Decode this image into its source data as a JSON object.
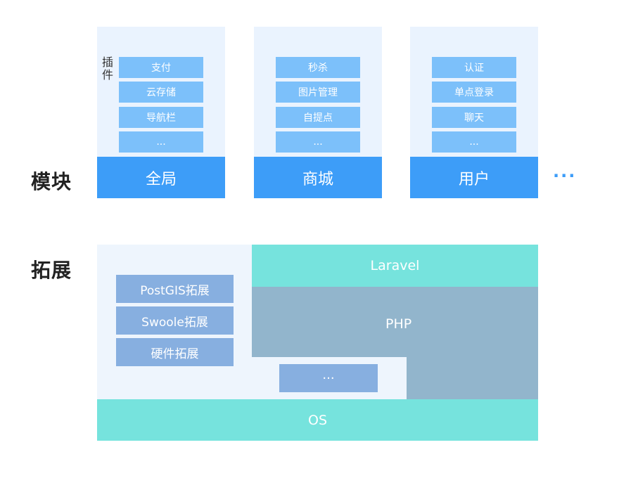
{
  "labels": {
    "modules": "模块",
    "extensions": "拓展"
  },
  "modules": [
    {
      "name": "全局",
      "items": [
        "支付",
        "云存储",
        "导航栏",
        "..."
      ]
    },
    {
      "name": "商城",
      "items": [
        "秒杀",
        "图片管理",
        "自提点",
        "..."
      ]
    },
    {
      "name": "用户",
      "items": [
        "认证",
        "单点登录",
        "聊天",
        "..."
      ]
    }
  ],
  "plugin_label": "插件",
  "modules_more": "···",
  "extensions": {
    "items": [
      "PostGIS拓展",
      "Swoole拓展",
      "硬件拓展"
    ],
    "more": "···",
    "framework": "Laravel",
    "language": "PHP",
    "os": "OS"
  },
  "colors": {
    "module_bg": "#eaf3fe",
    "module_base": "#3d9df8",
    "plugin_item": "#7cc0fa",
    "extension_item": "#87afe0",
    "teal": "#76e3dd",
    "php": "#92b5cc"
  }
}
